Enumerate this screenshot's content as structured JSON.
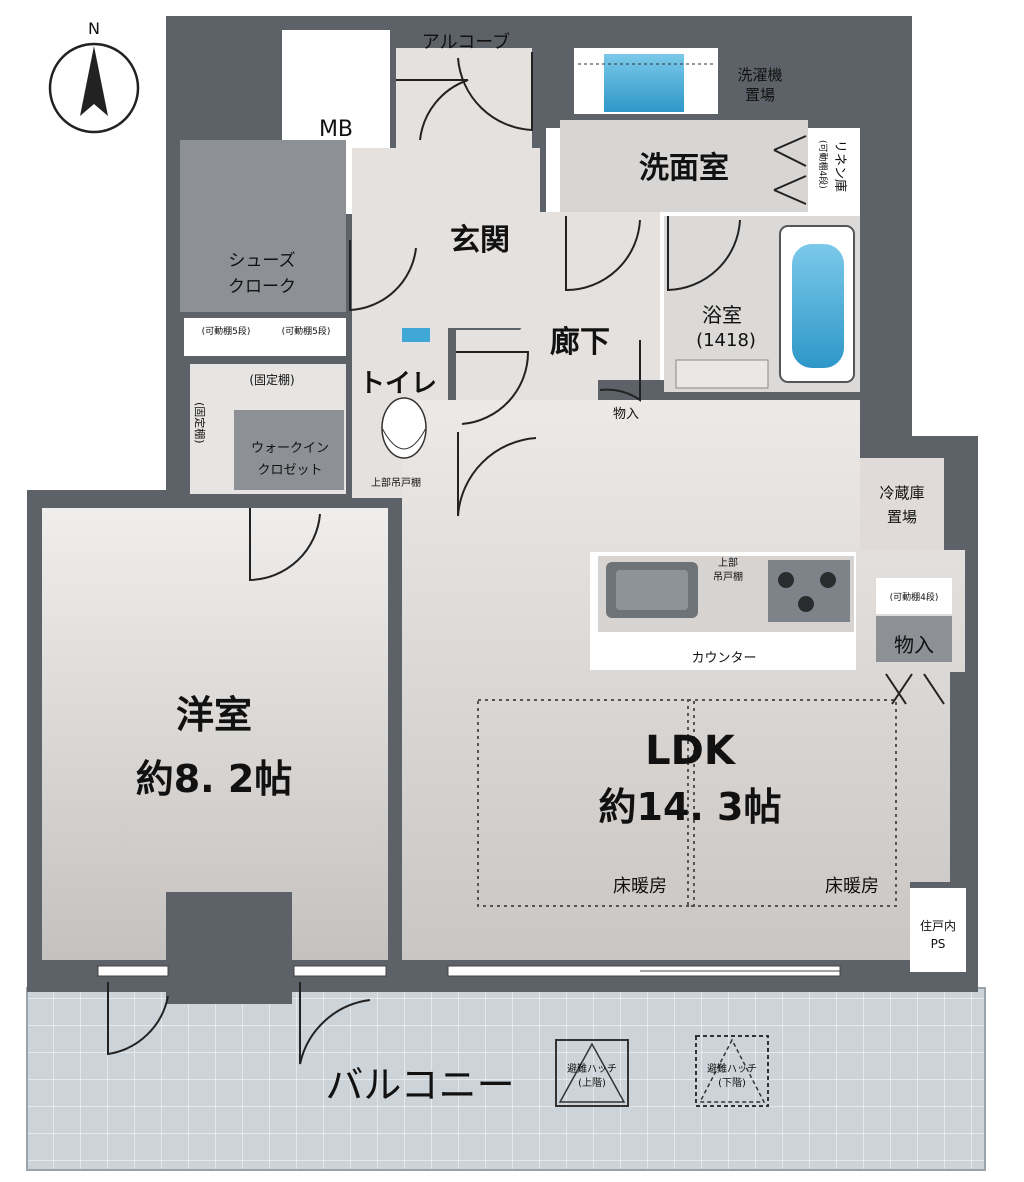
{
  "compass": {
    "north_label": "N"
  },
  "rooms": {
    "mb": "MB",
    "alcove": "アルコーブ",
    "laundry_space": [
      "洗濯機",
      "置場"
    ],
    "washroom": "洗面室",
    "linen": [
      "(可動棚4段)",
      "リネン庫"
    ],
    "entrance": "玄関",
    "shoes_closet": [
      "シューズ",
      "クローク"
    ],
    "shelf_a": "(可動棚5段)",
    "shelf_b": "(可動棚5段)",
    "hallway": "廊下",
    "bathroom": [
      "浴室",
      "(1418)"
    ],
    "toilet": "トイレ",
    "toilet_cabinet": "上部吊戸棚",
    "storage_small": "物入",
    "fixed_shelf_top": "(固定棚)",
    "fixed_shelf_side": "(固定棚)",
    "walkin": [
      "ウォークイン",
      "クロゼット"
    ],
    "fridge": [
      "冷蔵庫",
      "置場"
    ],
    "kitchen_cabinet": [
      "上部",
      "吊戸棚"
    ],
    "shelf_c": "(可動棚4段)",
    "storage_large": "物入",
    "counter": "カウンター",
    "western_room": [
      "洋室",
      "約8. 2帖"
    ],
    "ldk": [
      "LDK",
      "約14. 3帖"
    ],
    "floor_heating_1": "床暖房",
    "floor_heating_2": "床暖房",
    "ps": [
      "住戸内",
      "PS"
    ],
    "balcony": "バルコニー",
    "hatch_1": [
      "避難ハッチ",
      "(上階)"
    ],
    "hatch_2": [
      "避難ハッチ",
      "(下階)"
    ]
  },
  "colors": {
    "wall": "#5c6268",
    "floor": "#e4e1de",
    "room_grad_light": "#ebe8e6",
    "room_grad_dark": "#c6c3c1",
    "wet_area": "#d8d6d4",
    "closet": "#8d9196",
    "balcony": "#cdd4d9",
    "water": "#3fa8d6"
  }
}
